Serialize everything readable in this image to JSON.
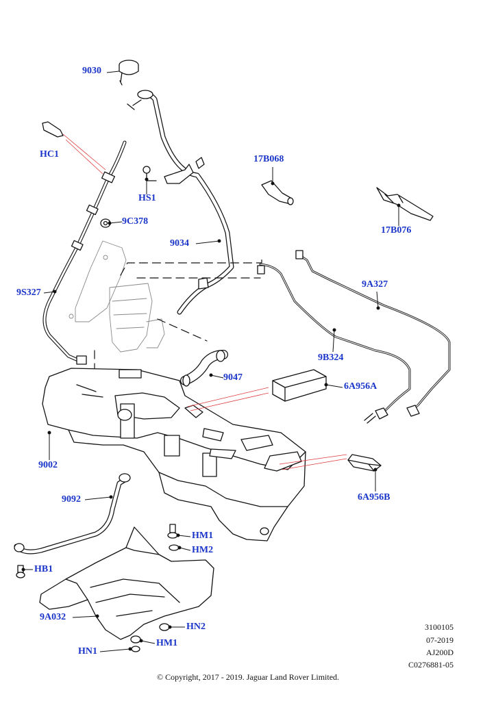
{
  "parts": [
    {
      "id": "p9030",
      "label": "9030"
    },
    {
      "id": "pHC1",
      "label": "HC1"
    },
    {
      "id": "pHS1",
      "label": "HS1"
    },
    {
      "id": "p17B068",
      "label": "17B068"
    },
    {
      "id": "p17B076",
      "label": "17B076"
    },
    {
      "id": "p9C378",
      "label": "9C378"
    },
    {
      "id": "p9034",
      "label": "9034"
    },
    {
      "id": "p9S327",
      "label": "9S327"
    },
    {
      "id": "p9A327",
      "label": "9A327"
    },
    {
      "id": "p9B324",
      "label": "9B324"
    },
    {
      "id": "p9047",
      "label": "9047"
    },
    {
      "id": "p6A956A",
      "label": "6A956A"
    },
    {
      "id": "p9002",
      "label": "9002"
    },
    {
      "id": "p6A956B",
      "label": "6A956B"
    },
    {
      "id": "p9092",
      "label": "9092"
    },
    {
      "id": "pHM1a",
      "label": "HM1"
    },
    {
      "id": "pHM2a",
      "label": "HM2"
    },
    {
      "id": "pHB1",
      "label": "HB1"
    },
    {
      "id": "p9A032",
      "label": "9A032"
    },
    {
      "id": "pHN2",
      "label": "HN2"
    },
    {
      "id": "pHM1b",
      "label": "HM1"
    },
    {
      "id": "pHN1",
      "label": "HN1"
    }
  ],
  "reference": {
    "code1": "3100105",
    "date": "07-2019",
    "code2": "AJ200D",
    "code3": "C0276881-05"
  },
  "copyright": "© Copyright, 2017 - 2019. Jaguar Land Rover Limited.",
  "colors": {
    "callout": "#1a35c9",
    "line": "#111111",
    "leader_red": "#e0393a"
  }
}
